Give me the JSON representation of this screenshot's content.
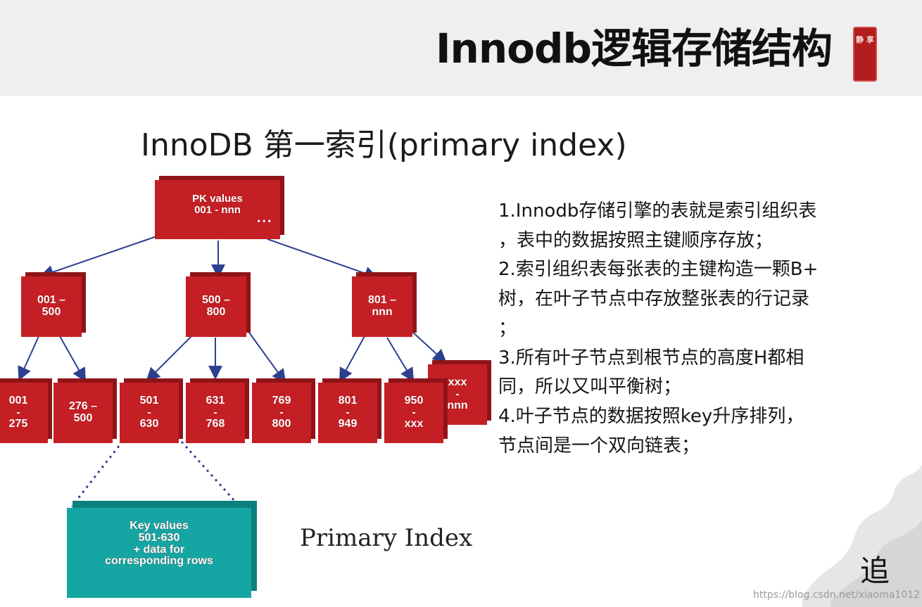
{
  "slide": {
    "title": "Innodb逻辑存储结构",
    "subtitle": "InnoDB 第一索引(primary index)",
    "seal_text": "静 享",
    "brush_char": "追",
    "watermark": "https://blog.csdn.net/xiaoma1012"
  },
  "tree": {
    "root": "PK values\n001 - nnn",
    "root_ellipsis": "• • •",
    "level2": [
      "001 –\n500",
      "500 –\n800",
      "801 –\nnnn"
    ],
    "leaves": [
      "001\n-\n275",
      "276 –\n500",
      "501\n-\n630",
      "631\n-\n768",
      "769\n-\n800",
      "801\n-\n949",
      "950\n-\nxxx",
      "xxx\n-\nnnn"
    ],
    "detail": "Key values\n501-630\n+ data for\ncorresponding rows",
    "primary_index_label": "Primary Index"
  },
  "colors": {
    "node_red": "#c41f24",
    "detail_teal": "#15a6a4",
    "arrow_blue": "#2d3f8f"
  },
  "description": {
    "lines": [
      "1.Innodb存储引擎的表就是索引组织表",
      "，表中的数据按照主键顺序存放；",
      "2.索引组织表每张表的主键构造一颗B+",
      "树，在叶子节点中存放整张表的行记录",
      "；",
      "3.所有叶子节点到根节点的高度H都相",
      "同，所以又叫平衡树；",
      "4.叶子节点的数据按照key升序排列，",
      "节点间是一个双向链表；"
    ]
  }
}
